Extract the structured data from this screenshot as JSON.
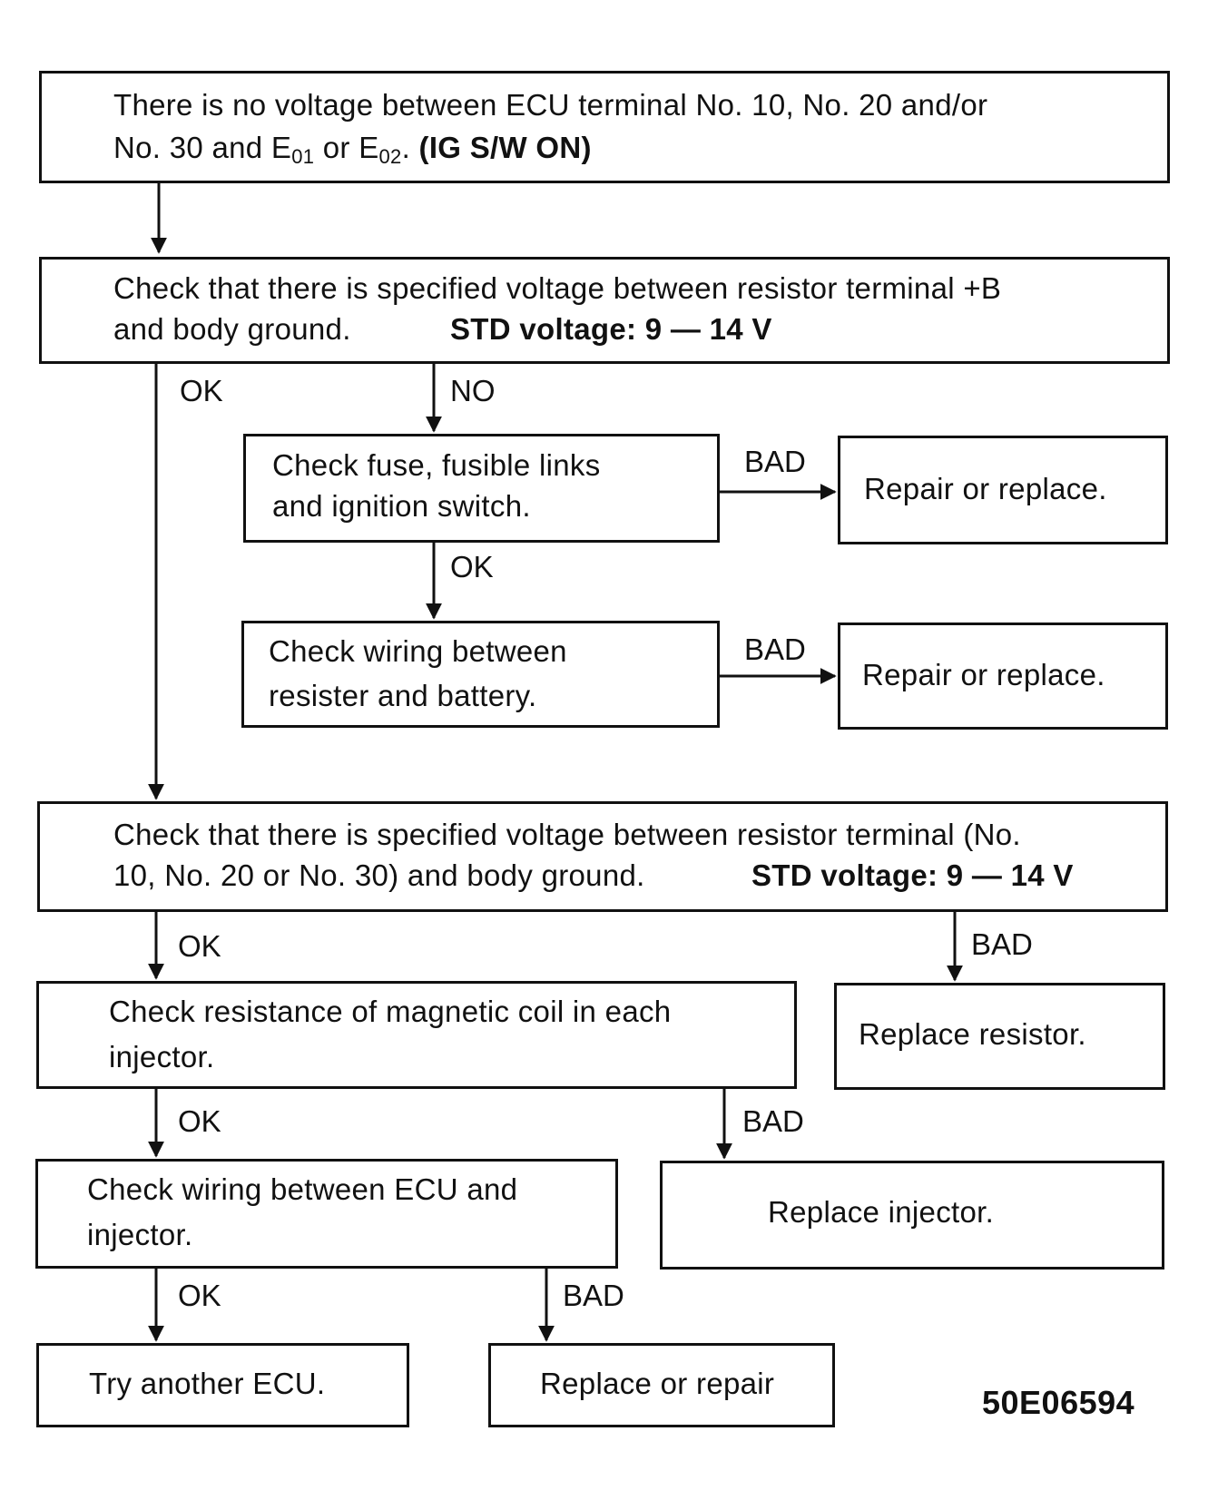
{
  "box1": {
    "line1": "There is no voltage between ECU terminal No. 10, No. 20 and/or",
    "line2_a": "No. 30 and E",
    "sub1": "01",
    "line2_b": " or E",
    "sub2": "02",
    "line2_c": ". ",
    "line2_bold": "(IG S/W ON)"
  },
  "box2": {
    "line1": "Check that there is specified voltage between resistor terminal +B",
    "line2": "and body ground.",
    "std": "STD voltage: 9 — 14 V"
  },
  "box3": {
    "line1": "Check fuse, fusible links",
    "line2": "and ignition switch."
  },
  "box4": {
    "text": "Repair or replace."
  },
  "box5": {
    "line1": "Check wiring between",
    "line2": "resister and battery."
  },
  "box6": {
    "text": "Repair or replace."
  },
  "box7": {
    "line1": "Check that there is specified voltage between resistor terminal (No.",
    "line2": "10, No. 20 or No. 30) and body ground.",
    "std": "STD voltage:  9 — 14 V"
  },
  "box8": {
    "line1": "Check resistance of magnetic coil in each",
    "line2": "injector."
  },
  "box9": {
    "text": "Replace resistor."
  },
  "box10": {
    "line1": "Check wiring between ECU and",
    "line2": "injector."
  },
  "box11": {
    "text": "Replace injector."
  },
  "box12": {
    "text": "Try another ECU."
  },
  "box13": {
    "text": "Replace or repair"
  },
  "labels": {
    "ok1": "OK",
    "no1": "NO",
    "bad1": "BAD",
    "ok2": "OK",
    "bad2": "BAD",
    "ok3": "OK",
    "bad3": "BAD",
    "ok4": "OK",
    "bad4": "BAD",
    "ok5": "OK",
    "bad5": "BAD"
  },
  "figure_code": "50E06594"
}
